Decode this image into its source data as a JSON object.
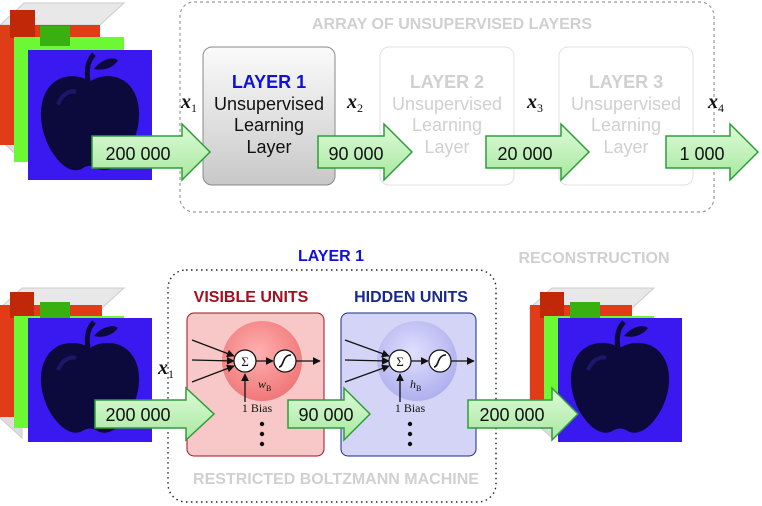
{
  "top": {
    "array_title": "ARRAY OF UNSUPERVISED LAYERS",
    "layers": [
      {
        "heading": "LAYER 1",
        "line1": "Unsupervised",
        "line2": "Learning",
        "line3": "Layer"
      },
      {
        "heading": "LAYER 2",
        "line1": "Unsupervised",
        "line2": "Learning",
        "line3": "Layer"
      },
      {
        "heading": "LAYER 3",
        "line1": "Unsupervised",
        "line2": "Learning",
        "line3": "Layer"
      }
    ],
    "x_labels": [
      {
        "base": "x",
        "sub": "1"
      },
      {
        "base": "x",
        "sub": "2"
      },
      {
        "base": "x",
        "sub": "3"
      },
      {
        "base": "x",
        "sub": "4"
      }
    ],
    "arrow_values": [
      "200 000",
      "90 000",
      "20 000",
      "1 000"
    ]
  },
  "bottom": {
    "layer_title": "LAYER 1",
    "reconstruction_title": "RECONSTRUCTION",
    "rbm_title": "RESTRICTED BOLTZMANN MACHINE",
    "visible_title": "VISIBLE UNITS",
    "hidden_title": "HIDDEN UNITS",
    "x_label": {
      "base": "x",
      "sub": "1"
    },
    "arrow_values": [
      "200 000",
      "90 000",
      "200 000"
    ],
    "visible_neuron": {
      "sum": "Σ",
      "weight_base": "w",
      "weight_sub": "B",
      "bias_text": "1 Bias"
    },
    "hidden_neuron": {
      "sum": "Σ",
      "weight_base": "h",
      "weight_sub": "B",
      "bias_text": "1 Bias"
    }
  },
  "colors": {
    "layer1_blue": "#1010d8",
    "visible_red": "#a01020",
    "hidden_navy": "#1a2a8a",
    "faded_gray": "#d0d0d0",
    "arrow_fill": "#b8f0b0",
    "arrow_stroke": "#2e9e3a",
    "visible_bg": "#f8c8c8",
    "hidden_bg": "#d4d4f6"
  }
}
